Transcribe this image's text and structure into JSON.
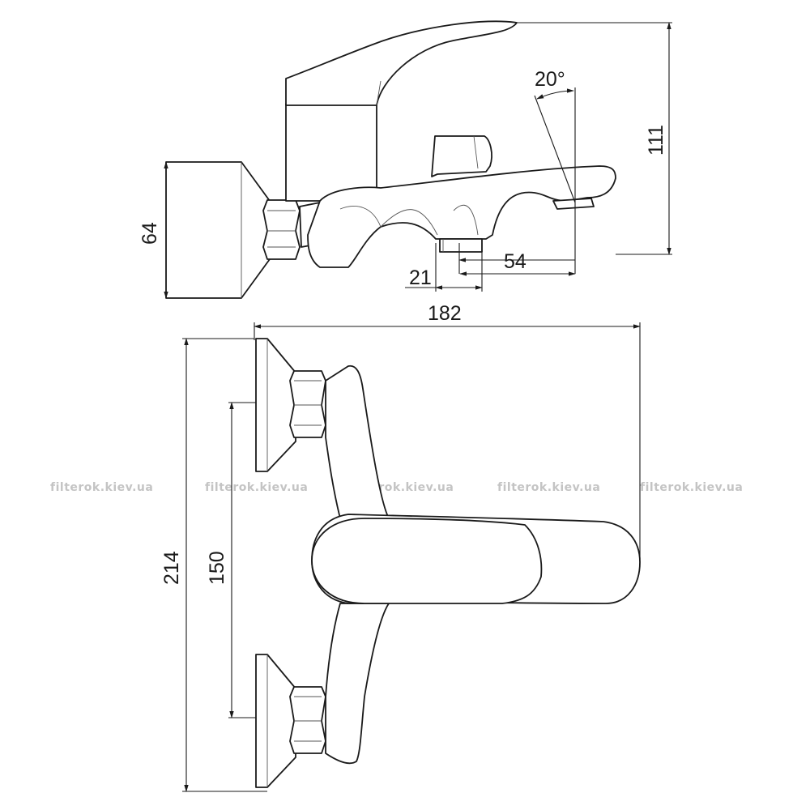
{
  "dimensions": {
    "height_total": "111",
    "wall_flange": "64",
    "spout_angle": "20°",
    "spout_reach": "54",
    "outlet_offset": "21",
    "overall_width": "182",
    "overall_height": "214",
    "inlet_spacing": "150"
  },
  "watermarks": [
    "filterok.kiev.ua",
    "filterok.kiev.ua",
    "filterok.kiev.ua",
    "filterok.kiev.ua",
    "filterok.kiev.ua"
  ]
}
